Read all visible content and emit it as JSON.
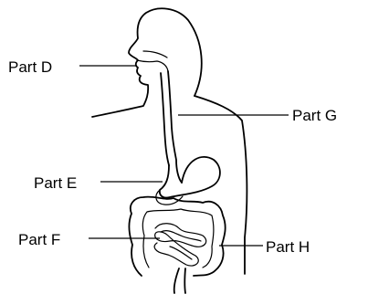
{
  "labels": {
    "part_d": "Part D",
    "part_e": "Part E",
    "part_f": "Part F",
    "part_g": "Part G",
    "part_h": "Part H"
  }
}
